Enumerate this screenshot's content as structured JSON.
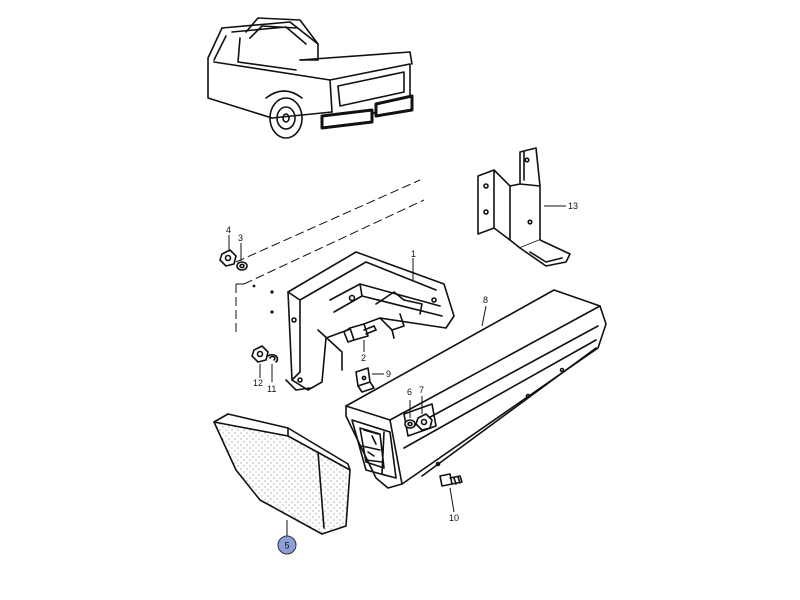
{
  "callouts": {
    "c1": "1",
    "c2": "2",
    "c3": "3",
    "c4": "4",
    "c5": "5",
    "c6": "6",
    "c7": "7",
    "c8": "8",
    "c9": "9",
    "c10": "10",
    "c11": "11",
    "c12": "12",
    "c13": "13"
  },
  "highlighted_part": "5",
  "colors": {
    "highlight": "#8a9ed8",
    "line": "#111111",
    "background": "#ffffff"
  }
}
